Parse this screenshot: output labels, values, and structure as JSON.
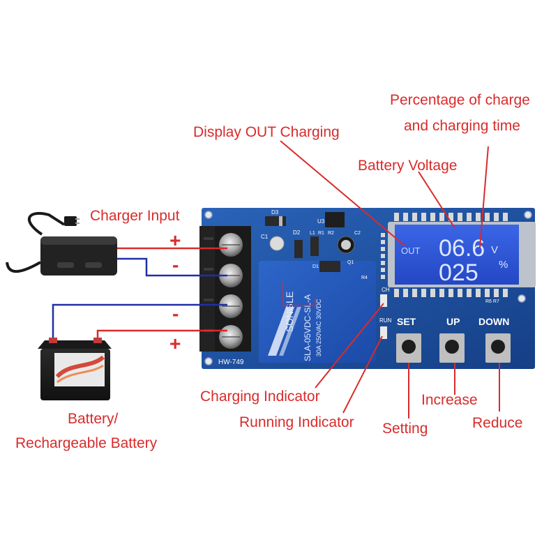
{
  "labels": {
    "charger_input": "Charger Input",
    "display_out_charging": "Display OUT Charging",
    "percentage_line1": "Percentage of charge",
    "percentage_line2": "and charging time",
    "battery_voltage": "Battery Voltage",
    "charging_indicator": "Charging Indicator",
    "running_indicator": "Running Indicator",
    "setting": "Setting",
    "increase": "Increase",
    "reduce": "Reduce",
    "battery_line1": "Battery/",
    "battery_line2": "Rechargeable Battery"
  },
  "terminal_signs": {
    "t1": "+",
    "t2": "-",
    "t3": "-",
    "t4": "+"
  },
  "board": {
    "model": "HW-749",
    "relay_text_1": "SONGLE",
    "relay_text_2": "SLA-05VDC-SL-A",
    "relay_text_3": "30A 250VAC 30VDC",
    "component_d3": "D3",
    "component_u3": "U3",
    "component_d2": "D2",
    "component_l1": "L1",
    "component_r1": "R1",
    "component_r2": "R2",
    "component_c1": "C1",
    "component_c2": "C2",
    "component_d1": "D1",
    "component_q1": "Q1",
    "component_r4": "R4",
    "indicator_ch": "CH",
    "indicator_run": "RUN",
    "button_set": "SET",
    "button_up": "UP",
    "button_down": "DOWN",
    "component_r6r7": "R6 R7"
  },
  "lcd": {
    "out_label": "OUT",
    "voltage_value": "06.6",
    "voltage_unit": "V",
    "percent_value": "025",
    "percent_unit": "%"
  },
  "colors": {
    "label_red": "#d92b2b",
    "wire_red": "#d92b2b",
    "wire_blue": "#1e2fa8",
    "pcb_blue": "#1b4c9a",
    "lcd_blue": "#2f58d8"
  }
}
